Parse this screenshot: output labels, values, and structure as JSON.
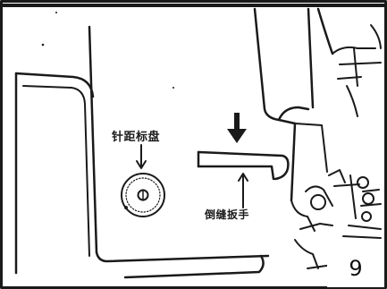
{
  "labels": {
    "stitch_length_dial": "针距标盘",
    "reverse_stitch_lever": "倒缝扳手"
  },
  "figure_number": "9",
  "colors": {
    "ink": "#1a1a1a",
    "paper": "#ffffff"
  }
}
